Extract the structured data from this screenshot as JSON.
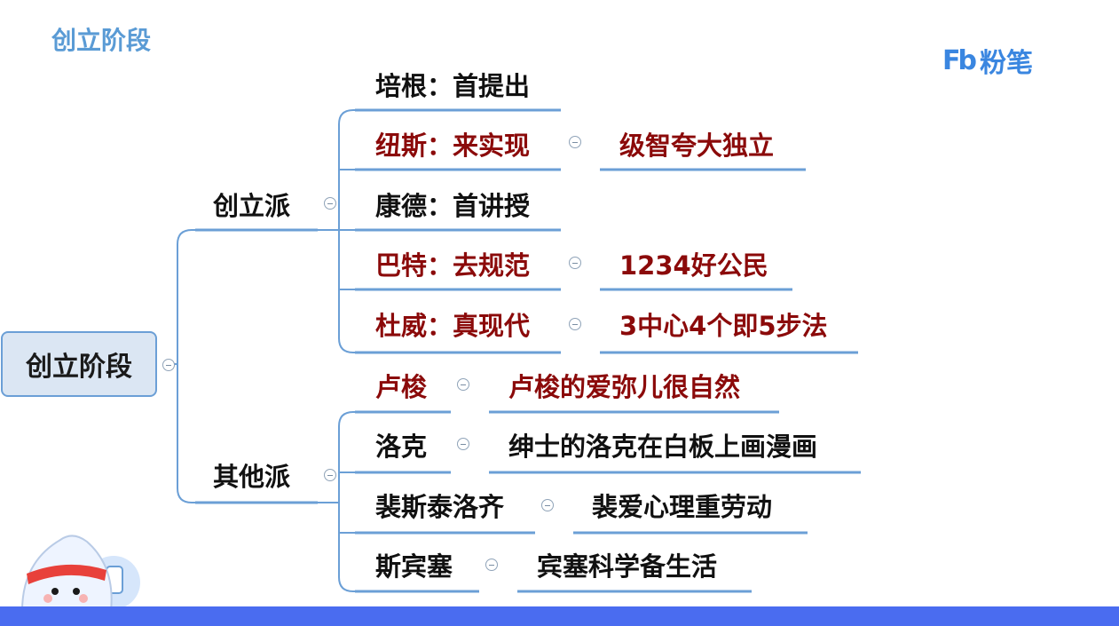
{
  "header": {
    "title": "创立阶段"
  },
  "logo": {
    "mark": "Fb",
    "text": "粉笔"
  },
  "colors": {
    "accent": "#5a9bd5",
    "line": "#6b9fd6",
    "red": "#8b0a0a",
    "footer": "#4a6cf0"
  },
  "mindmap": {
    "root": "创立阶段",
    "branches": [
      {
        "label": "创立派",
        "items": [
          {
            "label": "培根：首提出",
            "note": ""
          },
          {
            "label": "纽斯：来实现",
            "note": "级智夸大独立"
          },
          {
            "label": "康德：首讲授",
            "note": ""
          },
          {
            "label": "巴特：去规范",
            "note": "1234好公民"
          },
          {
            "label": "杜威：真现代",
            "note": "3中心4个即5步法"
          }
        ]
      },
      {
        "label": "其他派",
        "items": [
          {
            "label": "卢梭",
            "note": "卢梭的爱弥儿很自然"
          },
          {
            "label": "洛克",
            "note": "绅士的洛克在白板上画漫画"
          },
          {
            "label": "裴斯泰洛齐",
            "note": "裴爱心理重劳动"
          },
          {
            "label": "斯宾塞",
            "note": "宾塞科学备生活"
          }
        ]
      }
    ]
  }
}
